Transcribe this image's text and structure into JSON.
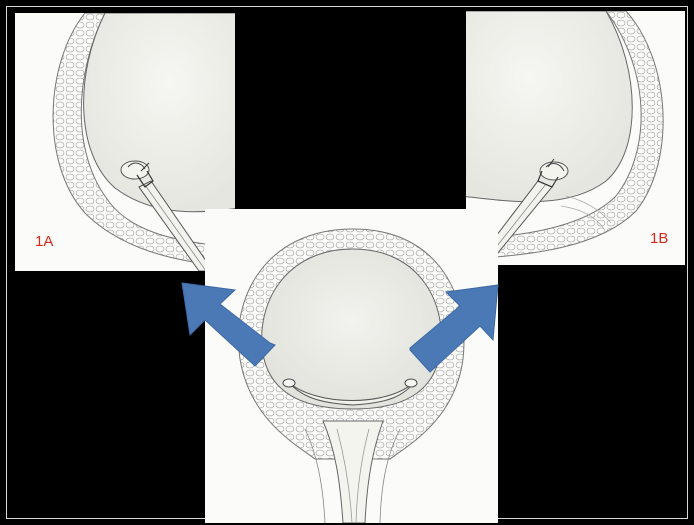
{
  "figure": {
    "label_left": "1A",
    "label_right": "1B",
    "colors": {
      "background": "#000000",
      "panel": "#fbfbf9",
      "arrow": "#4a79b6",
      "label": "#d62a1e",
      "line": "#777777"
    },
    "icons": [
      "bladder-wall-drawing",
      "resectoscope-drawing",
      "pointer-arrow"
    ]
  }
}
